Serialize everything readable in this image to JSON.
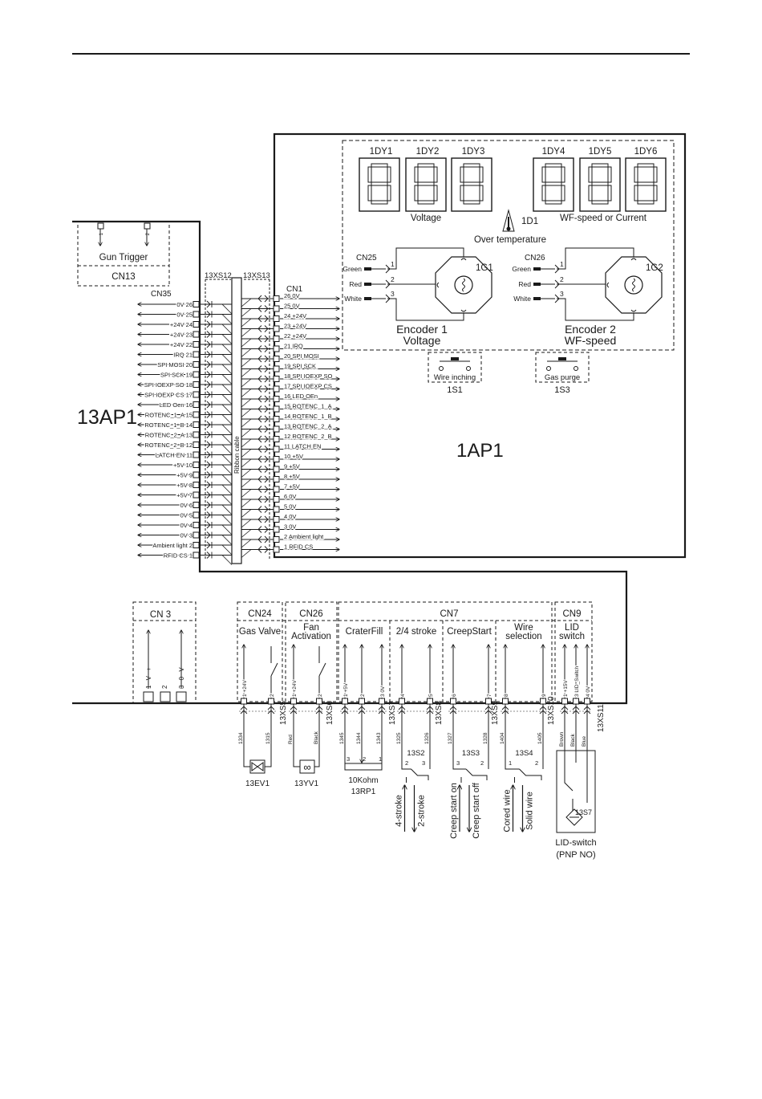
{
  "main_board": {
    "label": "13AP1"
  },
  "control_board": {
    "label": "1AP1"
  },
  "gun_trigger": {
    "label": "Gun Trigger",
    "connector": "CN13",
    "pins": [
      "1",
      "2"
    ]
  },
  "displays": {
    "voltage_label": "Voltage",
    "wfspeed_label": "WF-speed or Current",
    "names": [
      "1DY1",
      "1DY2",
      "1DY3",
      "1DY4",
      "1DY5",
      "1DY6"
    ]
  },
  "over_temperature": {
    "name": "1D1",
    "label": "Over temperature"
  },
  "encoders": [
    {
      "connector": "CN25",
      "name": "1G1",
      "title": "Encoder 1",
      "subtitle": "Voltage",
      "wires": [
        {
          "color": "Green",
          "pin": "1"
        },
        {
          "color": "Red",
          "pin": "2"
        },
        {
          "color": "White",
          "pin": "3"
        }
      ]
    },
    {
      "connector": "CN26",
      "name": "1G2",
      "title": "Encoder 2",
      "subtitle": "WF-speed",
      "wires": [
        {
          "color": "Green",
          "pin": "1"
        },
        {
          "color": "Red",
          "pin": "2"
        },
        {
          "color": "White",
          "pin": "3"
        }
      ]
    }
  ],
  "buttons": [
    {
      "name": "1S1",
      "label": "Wire inching"
    },
    {
      "name": "1S3",
      "label": "Gas purge"
    }
  ],
  "cn35": {
    "label": "CN35",
    "pins": [
      "0V 26",
      "0V 25",
      "+24V 24",
      "+24V 23",
      "+24V 22",
      "IRQ 21",
      "SPI MOSI 20",
      "SPI SCK 19",
      "SPI IOEXP SO 18",
      "SPI IOEXP CS 17",
      "LED Oen 16",
      "ROTENC_1_A 15",
      "ROTENC_1_B 14",
      "ROTENC_2_A 13",
      "ROTENC_2_B 12",
      "LATCH EN 11",
      "+5V 10",
      "+5V 9",
      "+5V 8",
      "+5V 7",
      "0V 6",
      "0V 5",
      "0V 4",
      "0V 3",
      "Ambient light 2",
      "RFID CS 1"
    ]
  },
  "cn1": {
    "label": "CN1",
    "pins": [
      "26 0V",
      "25 0V",
      "24 +24V",
      "23 +24V",
      "22 +24V",
      "21 IRQ",
      "20 SPI MOSI",
      "19 SPI SCK",
      "18 SPI IOEXP SO",
      "17 SPI IOEXP CS",
      "16 LED OEn",
      "15 ROTENC_1_A",
      "14 ROTENC_1_B",
      "13 ROTENC_2_A",
      "12 ROTENC_2_B",
      "11 LATCH EN",
      "10 +5V",
      "9 +5V",
      "8 +5V",
      "7 +5V",
      "6 0V",
      "5 0V",
      "4 0V",
      "3 0V",
      "2 Ambient light",
      "1 RFID CS"
    ]
  },
  "ribbon": {
    "xs12": "13XS12",
    "xs13": "13XS13",
    "label": "Ribbon cable"
  },
  "cn3": {
    "label": "CN 3",
    "pins": [
      "1 V +",
      "2",
      "3 0 V"
    ]
  },
  "bottom_connectors": {
    "cn24": "CN24",
    "cn26": "CN26",
    "cn7": "CN7",
    "cn9": "CN9"
  },
  "bottom_groups": [
    {
      "title1": "Gas Valve",
      "title2": "",
      "pins": [
        "1 +24V",
        "2"
      ],
      "xs": "13XS5",
      "wires": [
        "1334",
        "1315"
      ],
      "device": "13EV1",
      "device_label": ""
    },
    {
      "title1": "Fan",
      "title2": "Activation",
      "pins": [
        "1 +24V",
        "2"
      ],
      "xs": "13XS6",
      "wires": [
        "Red",
        "Black"
      ],
      "device": "13YV1",
      "device_label": ""
    },
    {
      "title1": "CraterFill",
      "title2": "",
      "pins": [
        "1 +5V",
        "2",
        "3 0V"
      ],
      "xs": "13XS7",
      "wires": [
        "1345",
        "1344",
        "1343"
      ],
      "device": "10Kohm",
      "device_label": "13RP1",
      "pot_pins": [
        "3",
        "2",
        "1"
      ]
    },
    {
      "title1": "2/4 stroke",
      "title2": "",
      "pins": [
        "4",
        "5"
      ],
      "xs": "13XS8",
      "wires": [
        "1325",
        "1326"
      ],
      "device": "13S2",
      "pos": [
        "2",
        "3"
      ],
      "arrows": [
        "4-stroke",
        "2-stroke"
      ]
    },
    {
      "title1": "CreepStart",
      "title2": "",
      "pins": [
        "6",
        "7"
      ],
      "xs": "13XS9",
      "wires": [
        "1327",
        "1328"
      ],
      "device": "13S3",
      "pos": [
        "3",
        "2"
      ],
      "arrows": [
        "Creep start on",
        "Creep start off"
      ]
    },
    {
      "title1": "Wire",
      "title2": "selection",
      "pins": [
        "8",
        "9"
      ],
      "xs": "13XS10",
      "wires": [
        "1404",
        "1405"
      ],
      "device": "13S4",
      "pos": [
        "1",
        "2"
      ],
      "arrows": [
        "Cored wire",
        "Solid wire"
      ]
    },
    {
      "title1": "LID",
      "title2": "switch",
      "pins": [
        "1 +15V",
        "3 LID_Switch",
        "4 0V"
      ],
      "xs": "13XS11",
      "wires": [
        "Brown",
        "Black",
        "Blue"
      ],
      "device": "13S7",
      "device_label": "LID-switch",
      "device_label2": "(PNP NO)"
    }
  ]
}
